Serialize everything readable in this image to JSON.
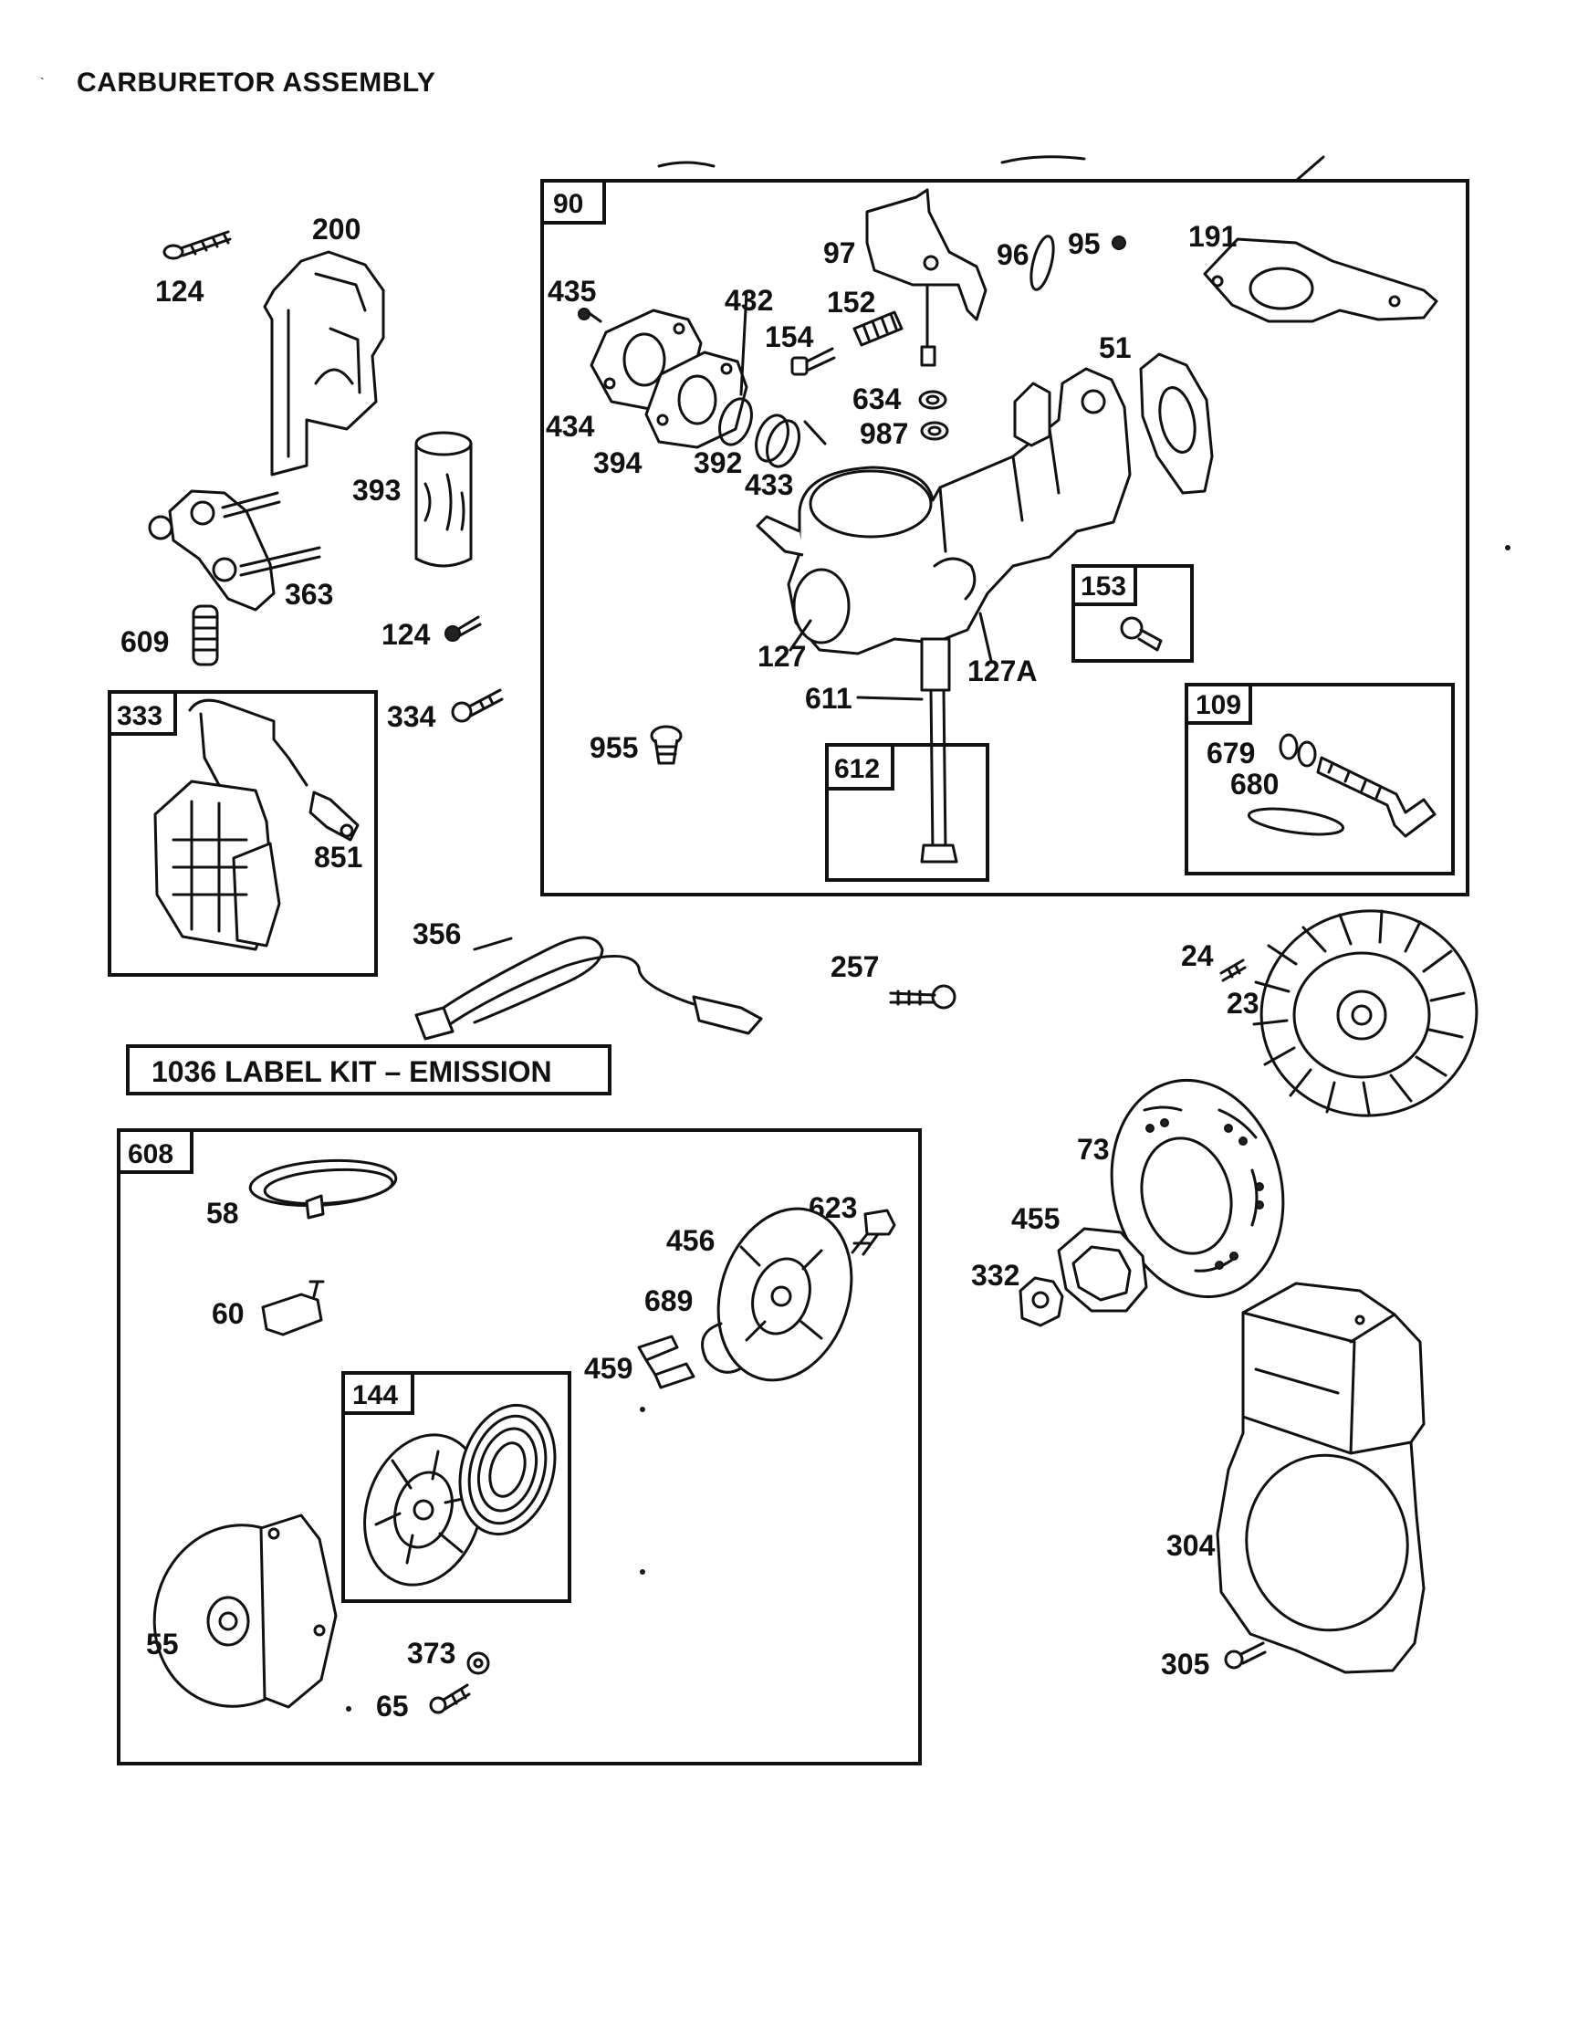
{
  "page": {
    "title": "CARBURETOR ASSEMBLY"
  },
  "kit_label": "1036 LABEL KIT – EMISSION",
  "boxes": {
    "carburetor": "90",
    "ignition": "333",
    "starter": "608",
    "rewind_spring": "144",
    "seal_kit": "153",
    "choke_kit": "109",
    "shaft_kit": "612"
  },
  "labels": {
    "p124a": "124",
    "p200": "200",
    "p393": "393",
    "p363": "363",
    "p609": "609",
    "p124b": "124",
    "p334": "334",
    "p851": "851",
    "p97": "97",
    "p96": "96",
    "p95": "95",
    "p191": "191",
    "p435": "435",
    "p432": "432",
    "p152": "152",
    "p154": "154",
    "p51": "51",
    "p634": "634",
    "p987": "987",
    "p434": "434",
    "p394": "394",
    "p392": "392",
    "p433": "433",
    "p127": "127",
    "p127A": "127A",
    "p611": "611",
    "p955": "955",
    "p679": "679",
    "p680": "680",
    "p356": "356",
    "p257": "257",
    "p24": "24",
    "p23": "23",
    "p73": "73",
    "p455": "455",
    "p332": "332",
    "p58": "58",
    "p623": "623",
    "p456": "456",
    "p689": "689",
    "p60": "60",
    "p459": "459",
    "p55": "55",
    "p373": "373",
    "p65": "65",
    "p304": "304",
    "p305": "305"
  }
}
